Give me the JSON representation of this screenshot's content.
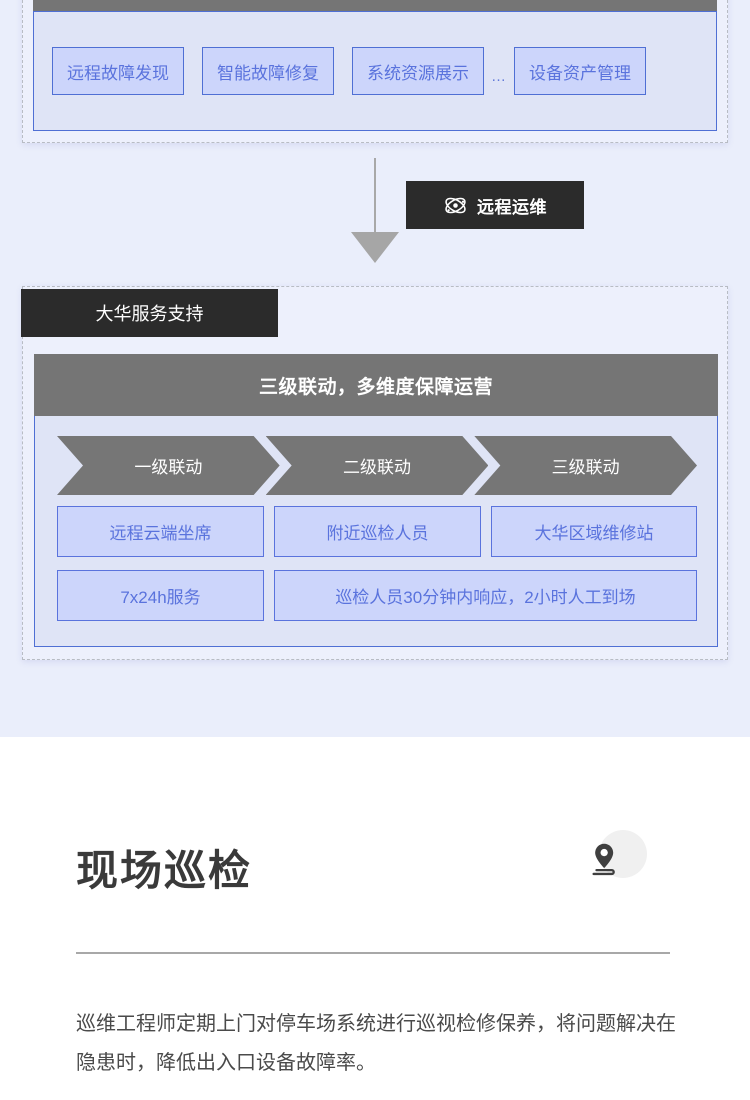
{
  "theme": {
    "band_bg": "#eaeefb",
    "card_bg": "#edf0fc",
    "inner_bg": "#dfe4f6",
    "accent_blue": "#5a73dd",
    "tag_bg": "#ccd5fb",
    "gray_bar": "#757575",
    "dark": "#2b2b2b"
  },
  "card_one": {
    "header_label": "",
    "tags": [
      "远程故障发现",
      "智能故障修复",
      "系统资源展示"
    ],
    "ellipsis": "…",
    "last_tag": "设备资产管理"
  },
  "connector": {
    "icon": "down-arrow-icon"
  },
  "badge_remote": {
    "icon": "atom-orbit-icon",
    "label": "远程运维"
  },
  "card_two": {
    "tab_label": "大华服务支持",
    "header_title": "三级联动，多维度保障运营",
    "chevrons": [
      "一级联动",
      "二级联动",
      "三级联动"
    ],
    "row_one": [
      "远程云端坐席",
      "附近巡检人员",
      "大华区域维修站"
    ],
    "row_two": [
      "7x24h服务",
      "巡检人员30分钟内响应，2小时人工到场"
    ]
  },
  "section_lower": {
    "title": "现场巡检",
    "icon": "map-pin-icon",
    "description": "巡维工程师定期上门对停车场系统进行巡视检修保养，将问题解决在隐患时，降低出入口设备故障率。"
  }
}
